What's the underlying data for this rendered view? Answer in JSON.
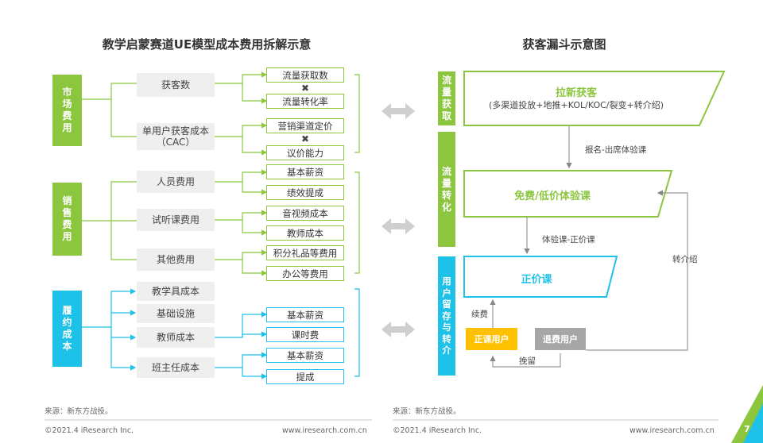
{
  "left": {
    "title": "教学启蒙赛道UE模型成本费用拆解示意",
    "categories": [
      {
        "label": "市\n场\n费\n用"
      },
      {
        "label": "销\n售\n费\n用"
      },
      {
        "label": "履\n约\n成\n本"
      }
    ],
    "market": {
      "items": [
        "获客数",
        "单用户获客成本\n（CAC）"
      ],
      "leaves": [
        "流量获取数",
        "流量转化率",
        "营销渠道定价",
        "议价能力"
      ],
      "times": "✖"
    },
    "sales": {
      "items": [
        "人员费用",
        "试听课费用",
        "其他费用"
      ],
      "leaves": [
        "基本薪资",
        "绩效提成",
        "音视频成本",
        "教师成本",
        "积分礼品等费用",
        "办公等费用"
      ]
    },
    "fulfill": {
      "items": [
        "教学具成本",
        "基础设施",
        "教师成本",
        "班主任成本"
      ],
      "leaves": [
        "基本薪资",
        "课时费",
        "基本薪资",
        "提成"
      ]
    },
    "source": "来源：新东方战投。",
    "copyright": "©2021.4 iResearch Inc.",
    "website": "www.iresearch.com.cn"
  },
  "right": {
    "title": "获客漏斗示意图",
    "stages": [
      {
        "label": "流\n量\n获\n取"
      },
      {
        "label": "流\n量\n转\n化"
      },
      {
        "label": "用\n户\n留\n存\n与\n转\n介"
      }
    ],
    "funnel1": {
      "title": "拉新获客",
      "subtitle": "(多渠道投放+地推+KOL/KOC/裂变+转介绍)"
    },
    "funnel2": {
      "title": "免费/低价体验课"
    },
    "funnel3": {
      "title": "正价课"
    },
    "arrow1": "报名-出席体验课",
    "arrow2": "体验课-正价课",
    "referral": "转介绍",
    "renew": "续费",
    "paid_user": "正课用户",
    "refund_user": "退费用户",
    "retain": "挽留",
    "source": "来源：新东方战投。",
    "copyright": "©2021.4 iResearch Inc.",
    "website": "www.iresearch.com.cn",
    "page": "7"
  },
  "colors": {
    "green": "#8cc63f",
    "cyan": "#1ec1e8",
    "yellow": "#ffc000",
    "gray": "#a6a6a6"
  }
}
